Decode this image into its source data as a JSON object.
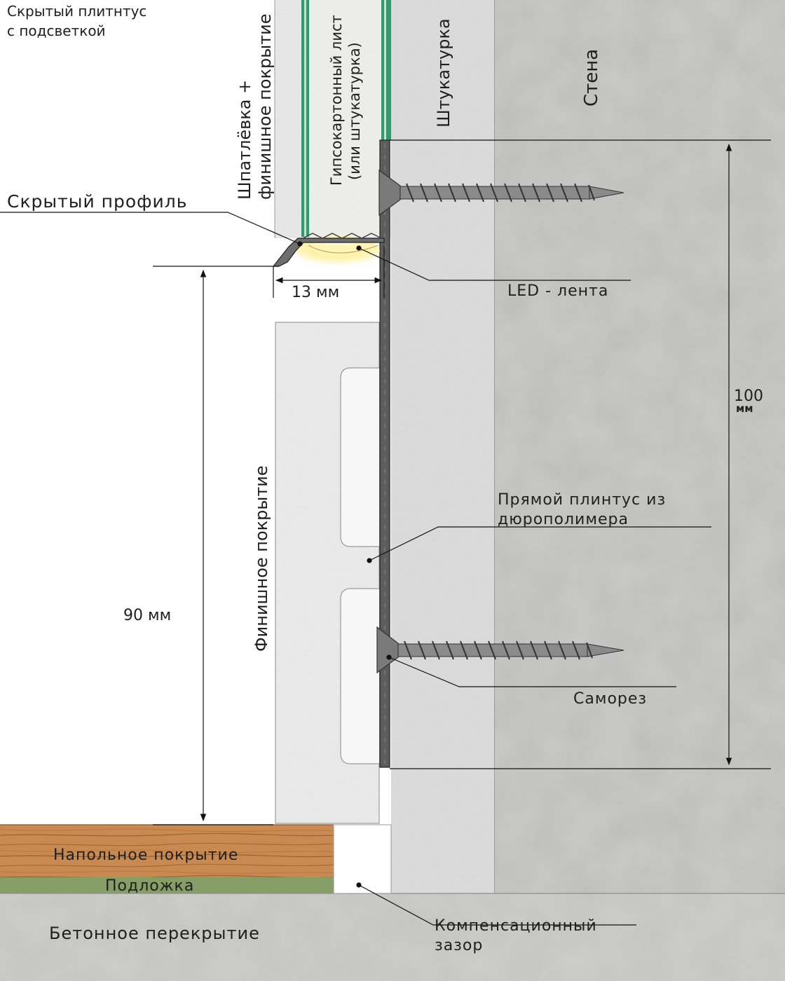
{
  "title": {
    "line1": "Скрытый плитнтус",
    "line2": "с подсветкой"
  },
  "labels": {
    "putty_line1": "Шпатлёвка +",
    "putty_line2": "финишное покрытие",
    "drywall_line1": "Гипсокартонный лист",
    "drywall_line2": "(или штукатурка)",
    "plaster": "Штукатурка",
    "wall": "Стена",
    "hidden_profile": "Скрытый профиль",
    "led_strip": "LED - лента",
    "width_13": "13 мм",
    "height_100_value": "100",
    "height_100_unit": "мм",
    "finish_coating": "Финишное покрытие",
    "baseboard_line1": "Прямой плинтус из",
    "baseboard_line2": "дюрополимера",
    "height_90": "90 мм",
    "screw": "Саморез",
    "floor_covering": "Напольное покрытие",
    "underlay": "Подложка",
    "concrete_slab": "Бетонное перекрытие",
    "gap_line1": "Компенсационный",
    "gap_line2": "зазор"
  },
  "colors": {
    "concrete": "#bdbdbb",
    "plaster": "#dcdcdc",
    "drywall_edge": "#2e9a6e",
    "wood": "#c98a52",
    "underlay": "#7e9a5a",
    "profile": "#6e6e6e",
    "led_glow": "#fff2b0"
  }
}
